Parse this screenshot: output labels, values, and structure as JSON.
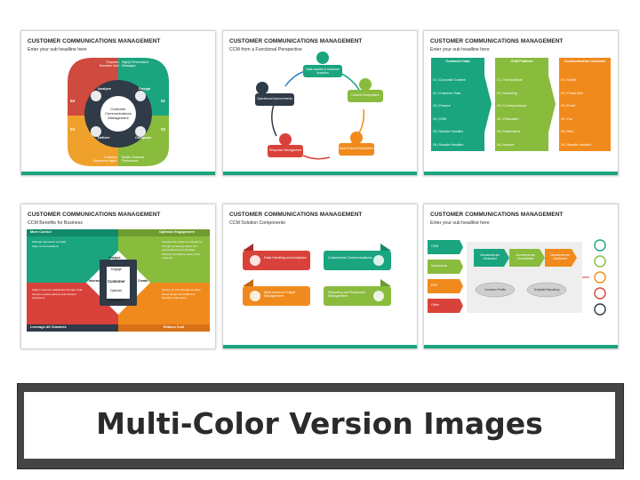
{
  "slides": [
    {
      "title": "CUSTOMER COMMUNICATIONS MANAGEMENT",
      "subtitle": "Enter your sub headline here",
      "center": "Customer Communications Management",
      "quadrants": [
        "Analyze",
        "Design",
        "Deliver",
        "Compose"
      ],
      "numbers": [
        "04",
        "01",
        "03",
        "02"
      ],
      "outer_labels": [
        "Empower Business User",
        "Highly Personalized Messages",
        "Customer Experience Mgmt.",
        "Mobile Customer Preferences"
      ]
    },
    {
      "title": "CUSTOMER COMMUNICATIONS MANAGEMENT",
      "subtitle": "CCM from a Functional Perspective",
      "steps": [
        "Data capture & customer Analytics",
        "Content Composition",
        "Multi-Channel Distribution",
        "Response Management",
        "Operational Improvements"
      ]
    },
    {
      "title": "CUSTOMER COMMUNICATIONS MANAGEMENT",
      "subtitle": "Enter your sub headline here",
      "columns": [
        {
          "header": "Customer Data",
          "items": [
            "01 | Corporate Content",
            "02 | Customer Data",
            "03 | Finance",
            "04 | CRM",
            "05 | Sample Headline",
            "06 | Sample Headline"
          ]
        },
        {
          "header": "CCM Platform",
          "items": [
            "01 | Transactional",
            "02 | Marketing",
            "03 | Correspondence",
            "04 | Publication",
            "05 | Dashboards",
            "06 | Analyze"
          ]
        },
        {
          "header": "Communication Channels",
          "items": [
            "01 | Mobile",
            "02 | Postal Mail",
            "03 | Email",
            "04 | Fax",
            "05 | Web",
            "06 | Sample Headline"
          ]
        }
      ]
    },
    {
      "title": "CUSTOMER COMMUNICATIONS MANAGEMENT",
      "subtitle": "CCM Benefits for Business",
      "corners": [
        "More Control",
        "Optimize Engagement",
        "Leverage All Channels",
        "Reduce Cost"
      ],
      "center_words": [
        "Analyze",
        "Engage",
        "Interact",
        "Customer",
        "Create",
        "Optimize",
        "Distribute"
      ],
      "bullets_tl": [
        "Manage interactive centrally",
        "Align communications"
      ],
      "bullets_tr": [
        "Increase the customer experience through increasing, better and personalized communication",
        "Optimize the lifetime value of the customer"
      ],
      "bullets_bl": [
        "Higher customer satisfaction through multi-channel content delivery and channel preference"
      ],
      "bullets_br": [
        "Reduce IT cost through template-based design and fulfillment",
        "Workflow automation"
      ]
    },
    {
      "title": "CUSTOMER COMMUNICATIONS MANAGEMENT",
      "subtitle": "CCM Solution Components",
      "components": [
        "Data Handling and Analytics",
        "Customized Communications",
        "Multi-channel Output Management",
        "Reporting and Response Management"
      ]
    },
    {
      "title": "CUSTOMER COMMUNICATIONS MANAGEMENT",
      "subtitle": "Enter your sub headline here",
      "sources": [
        "CRM",
        "Documents",
        "ERP",
        "Other"
      ],
      "process": [
        "Documents are Generated",
        "Documents are Consolidated",
        "Documents are Distributed"
      ],
      "stores": [
        "Customer Profile",
        "Template Repository"
      ]
    }
  ],
  "banner": {
    "text": "Multi-Color Version Images"
  },
  "colors": {
    "green": "#1fa878",
    "teal": "#1c8f8a",
    "orange": "#f08a1c",
    "red": "#d9423a",
    "lime": "#7ab648",
    "blue": "#2a7fc0"
  }
}
